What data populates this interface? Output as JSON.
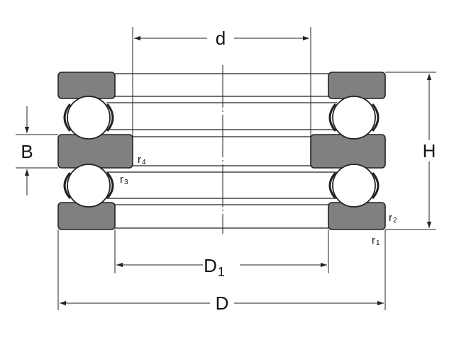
{
  "diagram": {
    "colors": {
      "washer_fill": "#808080",
      "line": "#222222",
      "background": "#ffffff"
    },
    "labels": {
      "d": "d",
      "D1_main": "D",
      "D1_sub": "1",
      "D": "D",
      "H": "H",
      "B": "B",
      "r1_main": "r",
      "r1_sub": "1",
      "r2_main": "r",
      "r2_sub": "2",
      "r3_main": "r",
      "r3_sub": "3",
      "r4_main": "r",
      "r4_sub": "4"
    }
  }
}
